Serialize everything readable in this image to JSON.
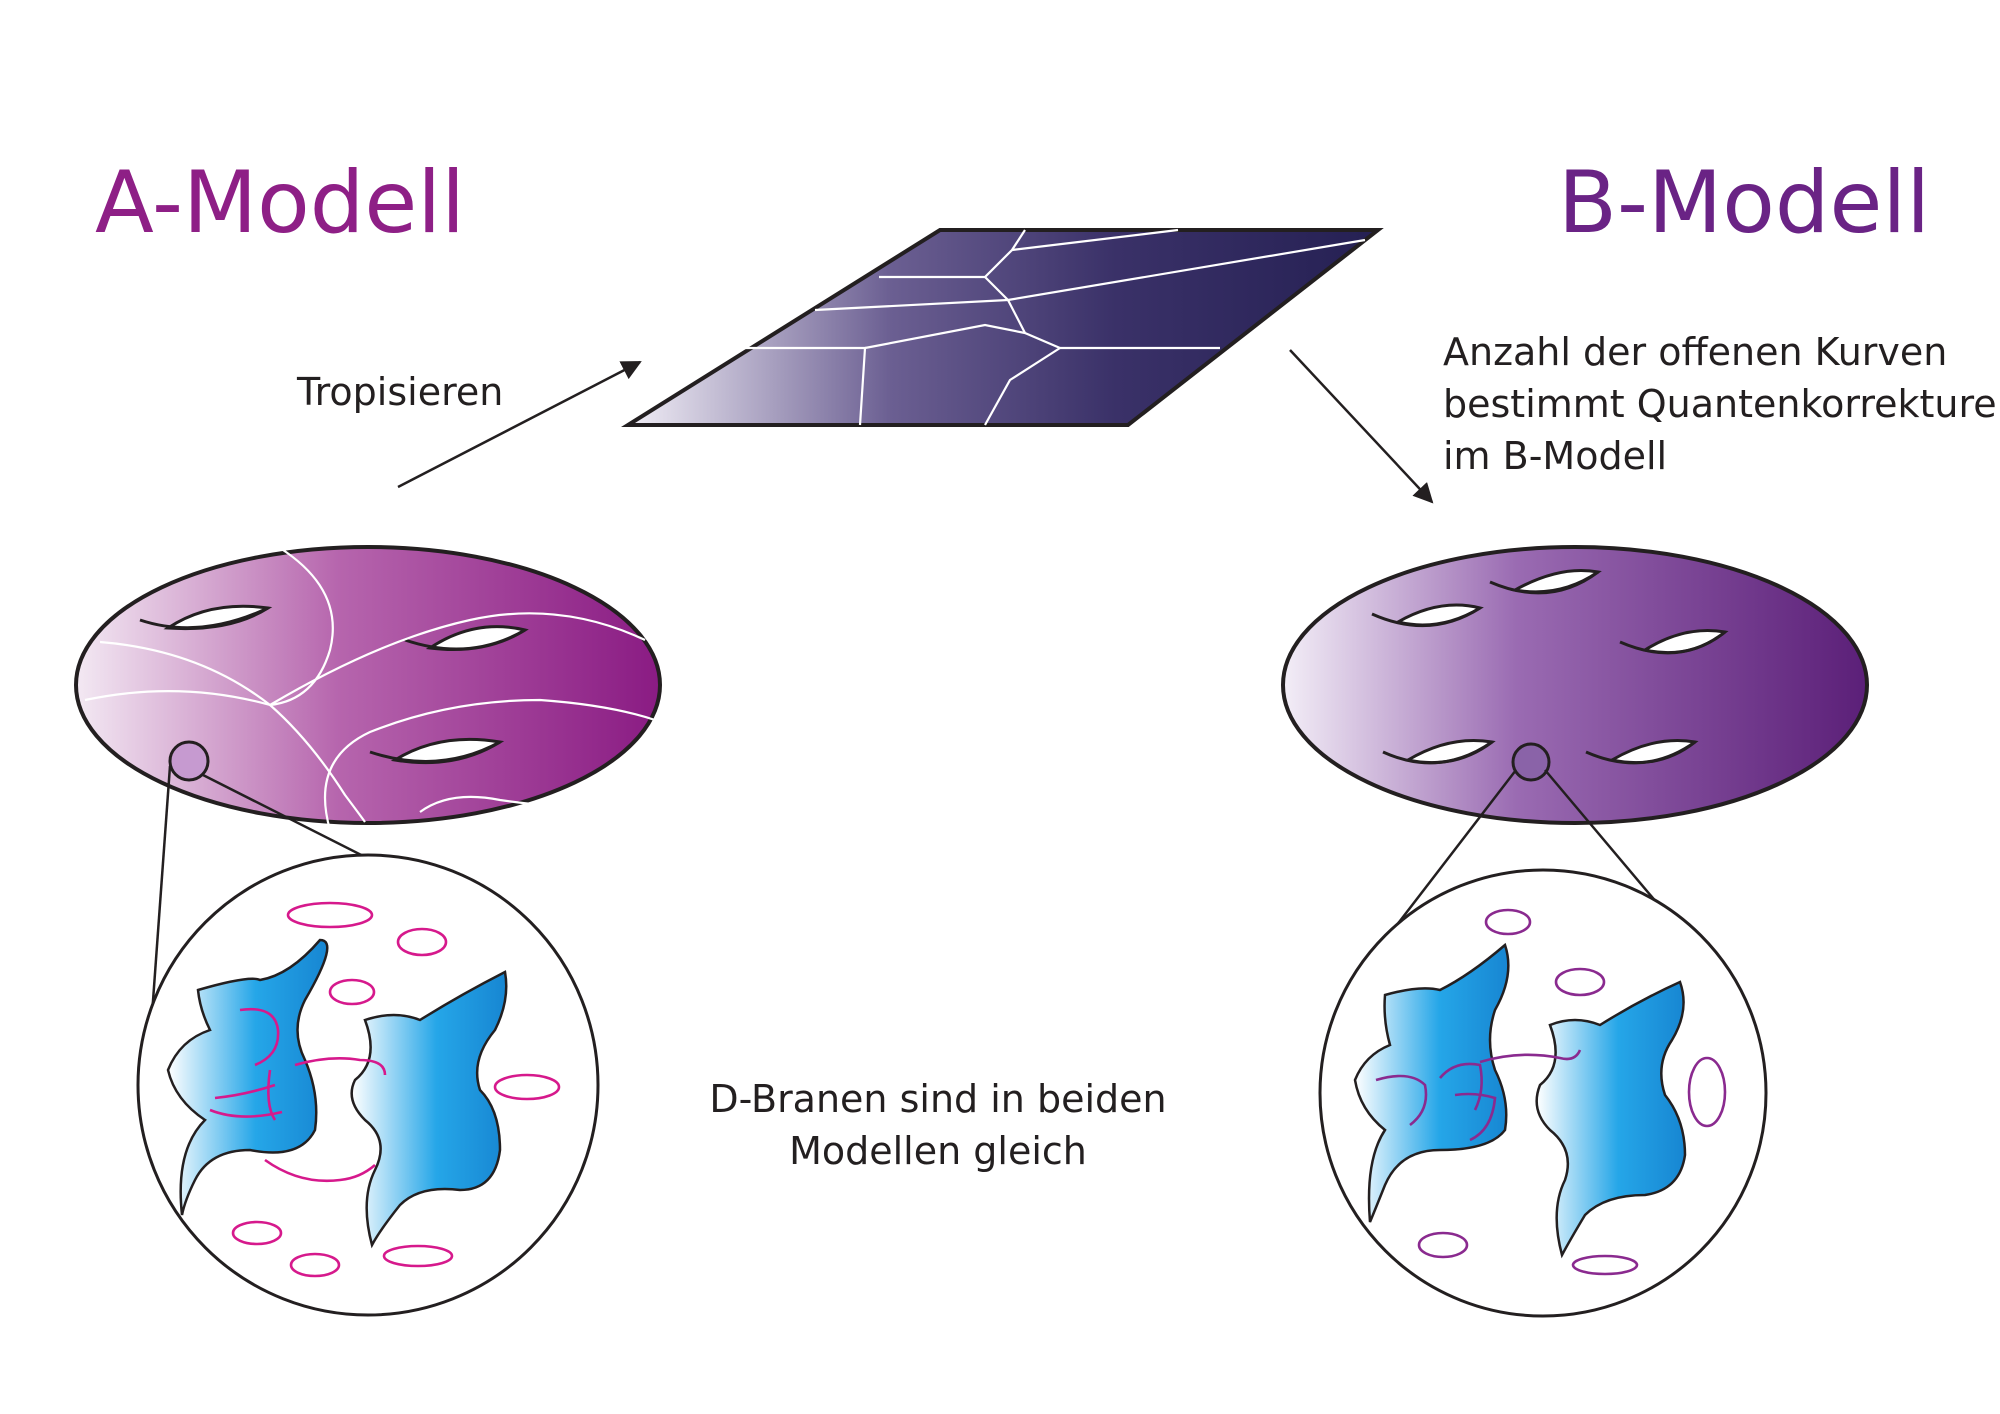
{
  "left_title": "A-Modell",
  "right_title": "B-Modell",
  "label_tropicalize": "Tropisieren",
  "label_open_curves": [
    "Anzahl der offenen Kurven",
    "bestimmt Quantenkorrekturen",
    "im B-Modell"
  ],
  "label_dbranes": [
    "D-Branen sind in beiden",
    "Modellen gleich"
  ],
  "colors": {
    "a_model": "#8e1f86",
    "b_model": "#6a2385",
    "tropical_plane": "#2a2258",
    "brane_blue": "#1a8fd8",
    "loop_a": "#d6198c",
    "loop_b": "#8a2a8f"
  }
}
